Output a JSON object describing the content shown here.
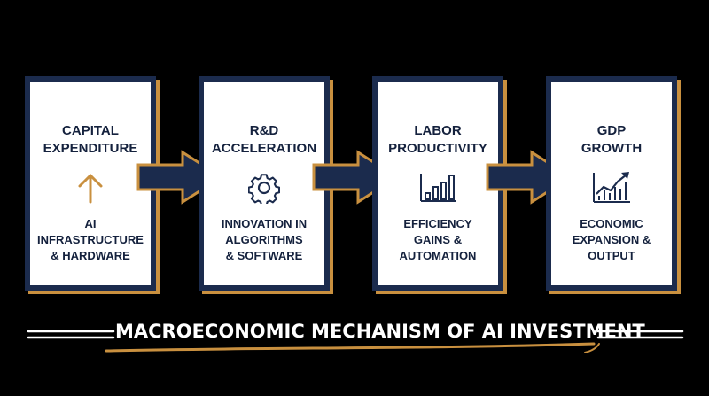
{
  "diagram": {
    "title": "MACROECONOMIC MECHANISM OF AI INVESTMENT",
    "stages": [
      {
        "title_line1": "CAPITAL",
        "title_line2": "EXPENDITURE",
        "icon": "up-arrow-icon",
        "desc_line1": "AI",
        "desc_line2": "INFRASTRUCTURE",
        "desc_line3": "& HARDWARE"
      },
      {
        "title_line1": "R&D",
        "title_line2": "ACCELERATION",
        "icon": "gear-icon",
        "desc_line1": "INNOVATION IN",
        "desc_line2": "ALGORITHMS",
        "desc_line3": "& SOFTWARE"
      },
      {
        "title_line1": "LABOR",
        "title_line2": "PRODUCTIVITY",
        "icon": "bar-chart-icon",
        "desc_line1": "EFFICIENCY",
        "desc_line2": "GAINS &",
        "desc_line3": "AUTOMATION"
      },
      {
        "title_line1": "GDP",
        "title_line2": "GROWTH",
        "icon": "growth-chart-icon",
        "desc_line1": "ECONOMIC",
        "desc_line2": "EXPANSION &",
        "desc_line3": "OUTPUT"
      }
    ]
  },
  "colors": {
    "background": "#000000",
    "navy": "#1b2b4d",
    "gold": "#c9903f",
    "card": "#ffffff",
    "text_dark": "#14213d",
    "text_light": "#ffffff"
  }
}
